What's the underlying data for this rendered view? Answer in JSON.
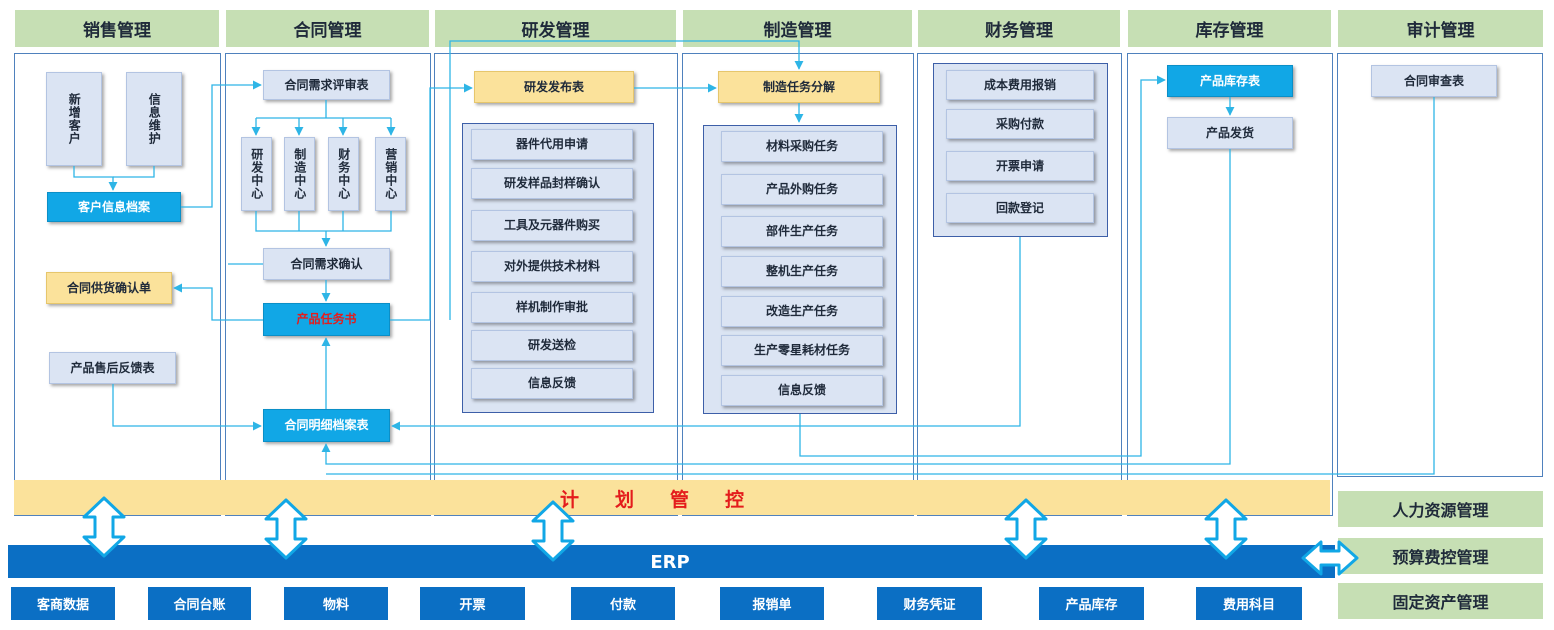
{
  "headers": {
    "sales": "销售管理",
    "contract": "合同管理",
    "rnd": "研发管理",
    "manufacturing": "制造管理",
    "finance": "财务管理",
    "inventory": "库存管理",
    "audit": "审计管理"
  },
  "sales": {
    "new_customer": "新增客户",
    "info_maintenance": "信息维护",
    "customer_file": "客户信息档案",
    "supply_confirmation": "合同供货确认单",
    "after_sales_feedback": "产品售后反馈表"
  },
  "contract": {
    "requirement_review": "合同需求评审表",
    "centers": [
      "研发中心",
      "制造中心",
      "财务中心",
      "营销中心"
    ],
    "requirement_confirm": "合同需求确认",
    "product_task": "产品任务书",
    "detail_archive": "合同明细档案表"
  },
  "rnd": {
    "release_form": "研发发布表",
    "tasks": [
      "器件代用申请",
      "研发样品封样确认",
      "工具及元器件购买",
      "对外提供技术材料",
      "样机制作审批",
      "研发送检",
      "信息反馈"
    ]
  },
  "manufacturing": {
    "task_breakdown": "制造任务分解",
    "tasks": [
      "材料采购任务",
      "产品外购任务",
      "部件生产任务",
      "整机生产任务",
      "改造生产任务",
      "生产零星耗材任务",
      "信息反馈"
    ]
  },
  "finance": {
    "tasks": [
      "成本费用报销",
      "采购付款",
      "开票申请",
      "回款登记"
    ]
  },
  "inventory": {
    "stock_table": "产品库存表",
    "shipment": "产品发货"
  },
  "audit": {
    "review_table": "合同审查表"
  },
  "plan_control": "计划管控",
  "erp": "ERP",
  "erp_data": [
    "客商数据",
    "合同台账",
    "物料",
    "开票",
    "付款",
    "报销单",
    "财务凭证",
    "产品库存",
    "费用科目"
  ],
  "right_modules": [
    "人力资源管理",
    "预算费控管理",
    "固定资产管理"
  ],
  "colors": {
    "header_green": "#c6dfb4",
    "box_light_blue": "#dbe4f3",
    "box_yellow": "#fbe29b",
    "box_cyan": "#11a7e6",
    "erp_blue": "#0b6fc4",
    "plan_red": "#e41c1c",
    "connector": "#2eb5e6"
  }
}
